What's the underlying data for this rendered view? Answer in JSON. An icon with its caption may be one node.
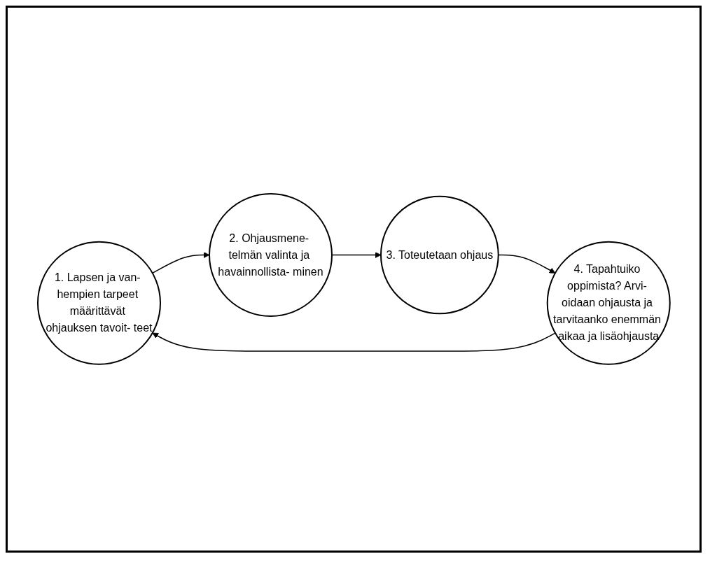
{
  "diagram": {
    "nodes": [
      {
        "text": [
          "1. Lapsen ja van- hempien tarpeet määrittävät ohjauksen tavoit- teet"
        ]
      },
      {
        "text": [
          "2. Ohjausmene- telmän valinta ja havainnollista- minen"
        ]
      },
      {
        "text": [
          "3. Toteutetaan ohjaus"
        ]
      },
      {
        "text": [
          "4. Tapahtuiko oppimista? Arvi- oidaan ohjausta ja tarvitaanko enemmän aikaa ja lisäohjausta"
        ]
      }
    ],
    "edges": [
      {
        "from": 0,
        "to": 1,
        "arrow": "to"
      },
      {
        "from": 1,
        "to": 2,
        "arrow": "to"
      },
      {
        "from": 2,
        "to": 3,
        "arrow": "to"
      },
      {
        "from": 3,
        "to": 0,
        "arrow": "to"
      }
    ]
  }
}
